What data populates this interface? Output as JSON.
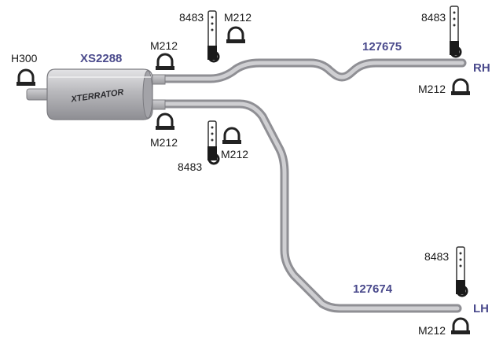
{
  "parts": {
    "muffler_part": "XS2288",
    "muffler_brand": "XTERRATOR",
    "rh_pipe_part": "127675",
    "lh_pipe_part": "127674",
    "inlet_clamp": "H300",
    "clamp": "M212",
    "hanger": "8483"
  },
  "sides": {
    "right": "RH",
    "left": "LH"
  },
  "colors": {
    "pipe": "#a9a9ad",
    "part_label": "#4a4a8c"
  }
}
